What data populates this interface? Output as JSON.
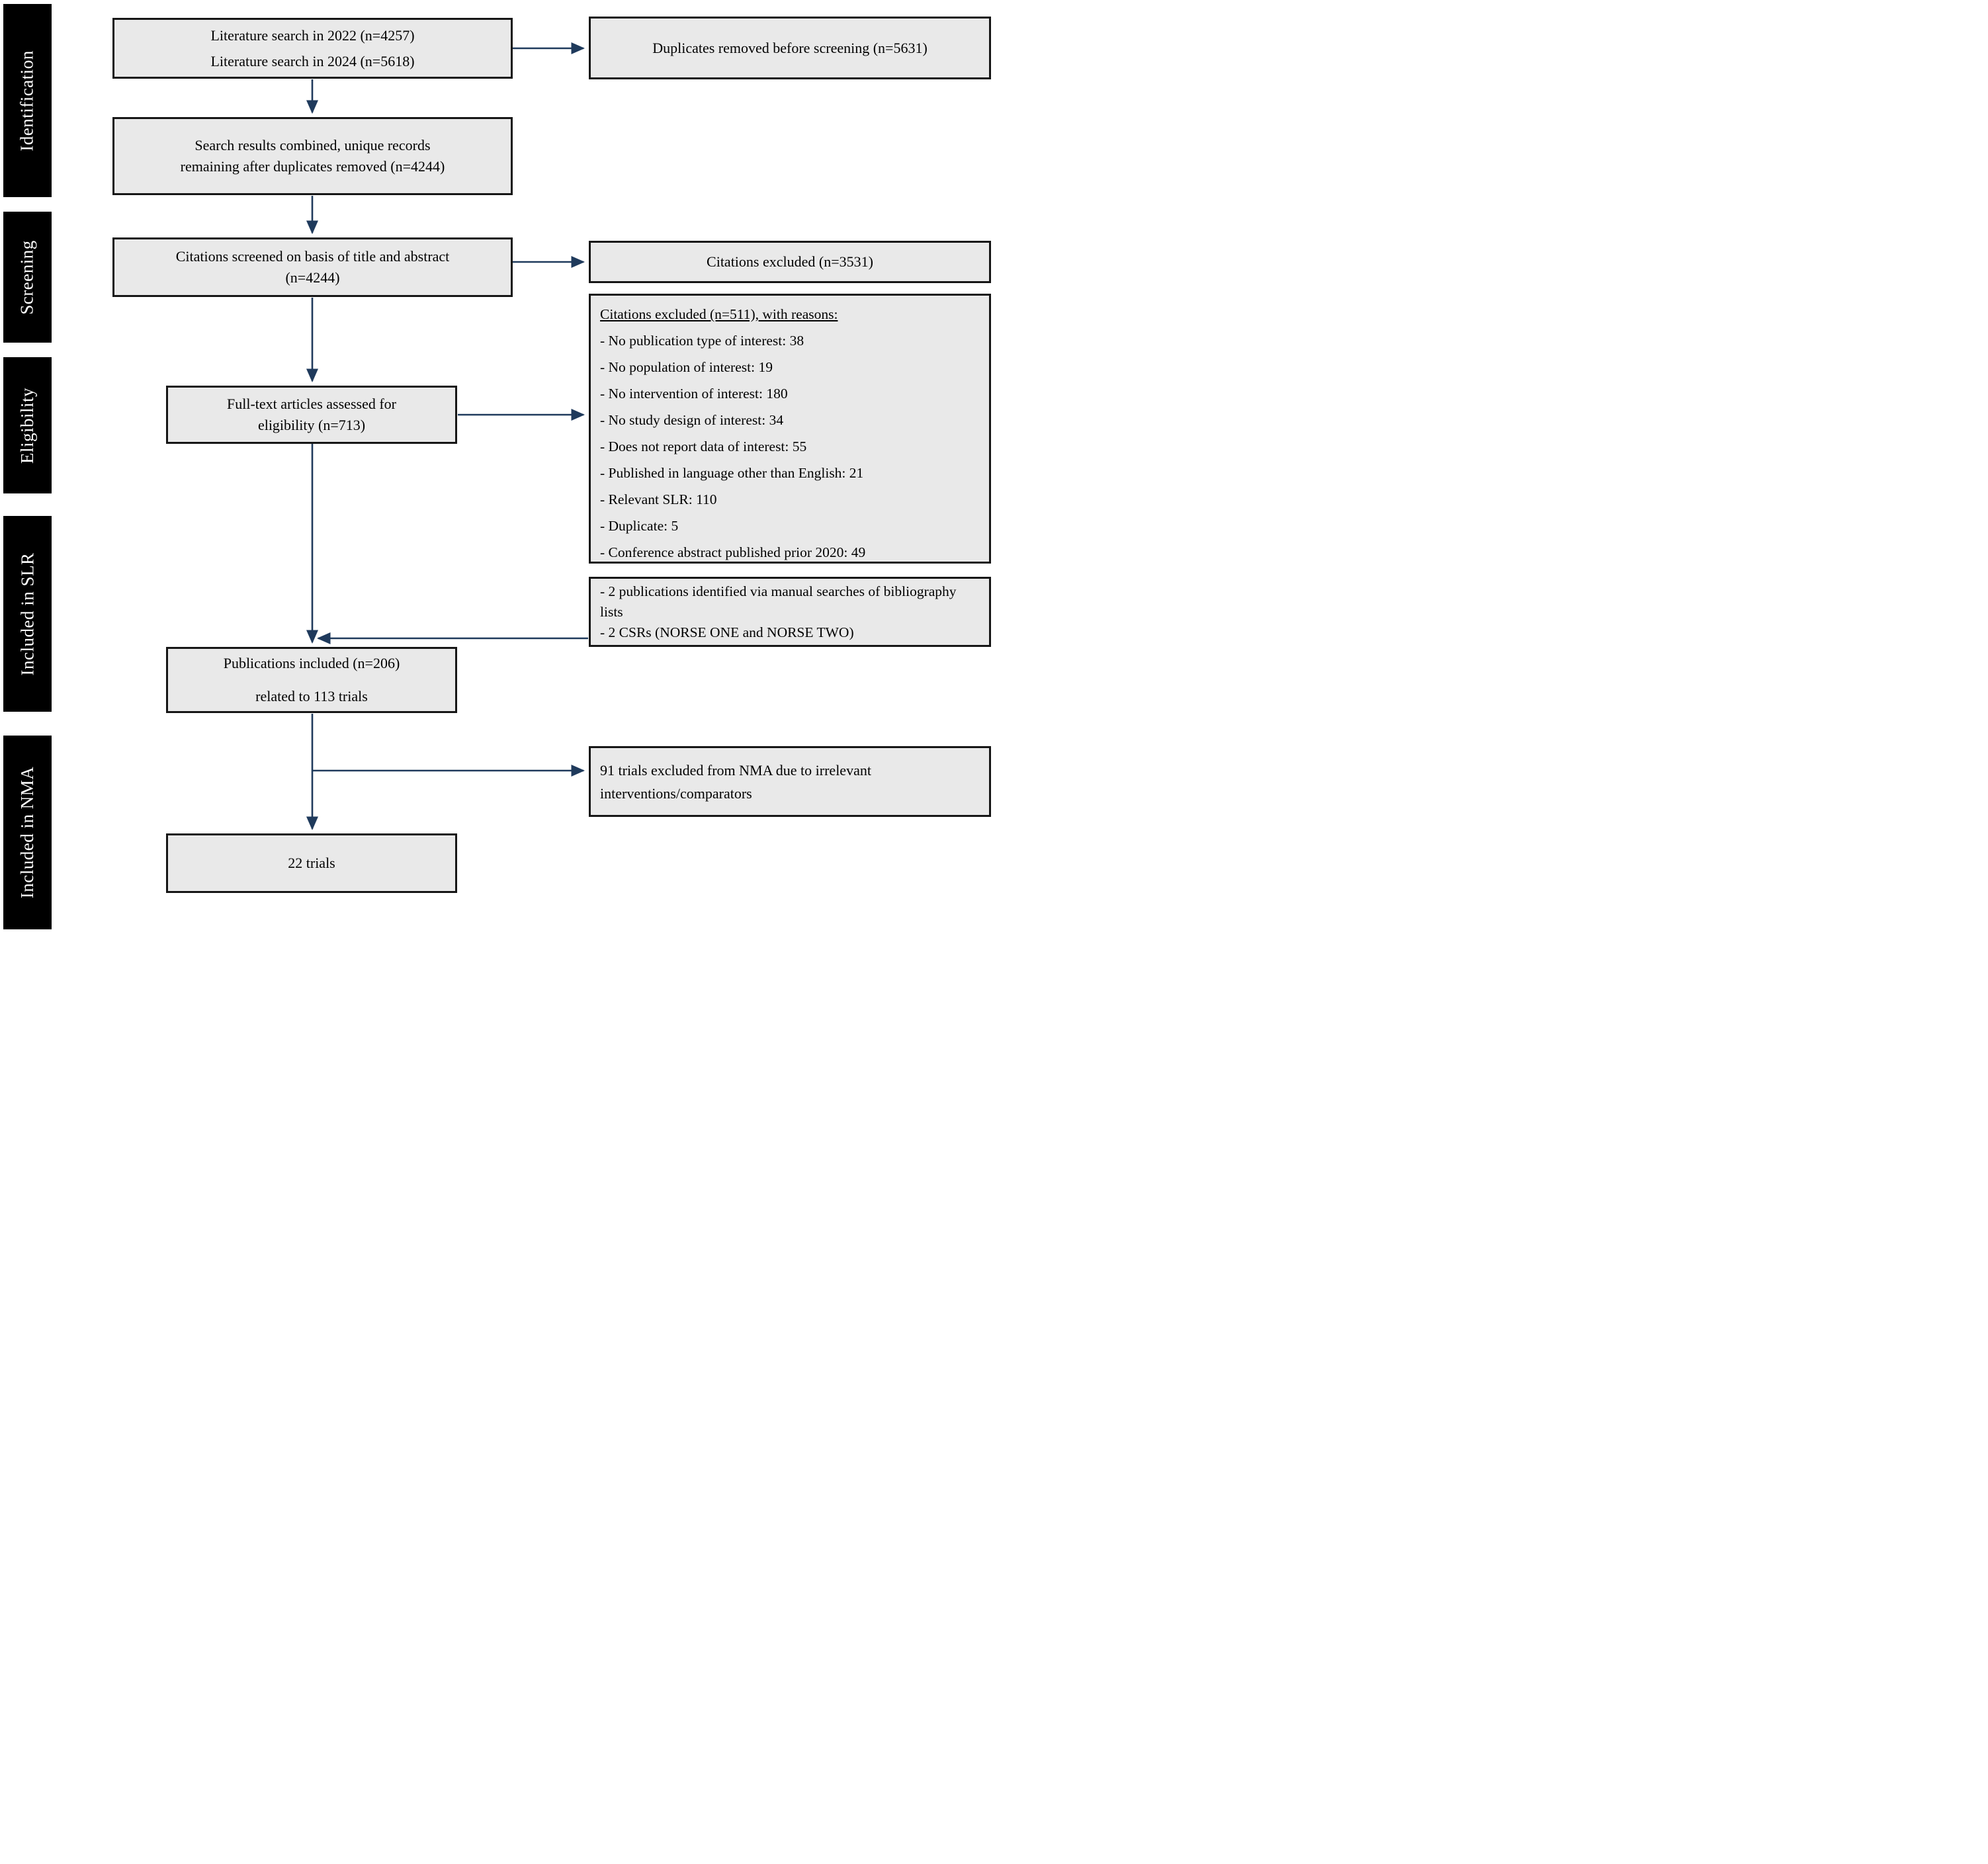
{
  "colors": {
    "arrow": "#1f3a5c",
    "box_fill": "#e9e9e9",
    "box_border": "#161616",
    "bar_bg": "#000000",
    "bar_text": "#ffffff"
  },
  "sidebar": {
    "labels": {
      "identification": "Identification",
      "screening": "Screening",
      "eligibility": "Eligibility",
      "included_slr": "Included in SLR",
      "included_nma": "Included in NMA"
    }
  },
  "flow": {
    "literature_search": {
      "line1": "Literature search in 2022 (n=4257)",
      "line2": "Literature search in 2024 (n=5618)"
    },
    "combined_records": {
      "line1": "Search results combined, unique records",
      "line2": "remaining after duplicates removed (n=4244)"
    },
    "citations_screened": {
      "line1": "Citations screened on basis of title and abstract",
      "line2": "(n=4244)"
    },
    "fulltext_assessed": {
      "line1": "Full-text articles assessed for",
      "line2": "eligibility (n=713)"
    },
    "publications_included": {
      "line1": "Publications included (n=206)",
      "line2": "related to 113 trials"
    },
    "final_trials": {
      "text": "22 trials"
    }
  },
  "side_boxes": {
    "duplicates_removed": {
      "text": "Duplicates removed before screening (n=5631)"
    },
    "citations_excluded": {
      "text": "Citations excluded (n=3531)"
    },
    "exclusion_reasons": {
      "title": "Citations excluded (n=511), with reasons:",
      "items": [
        "- No publication type of interest: 38",
        "- No population of interest: 19",
        "- No intervention of interest: 180",
        "- No study design of interest: 34",
        "- Does not report data of interest: 55",
        "- Published in language other than English: 21",
        "- Relevant SLR: 110",
        "- Duplicate: 5",
        "- Conference abstract published prior 2020: 49"
      ]
    },
    "manual_additions": {
      "items": [
        "- 2 publications identified via manual searches of bibliography lists",
        "- 2 CSRs (NORSE ONE and NORSE TWO)"
      ]
    },
    "nma_excluded": {
      "text": "91 trials excluded from NMA due to irrelevant interventions/comparators"
    }
  }
}
